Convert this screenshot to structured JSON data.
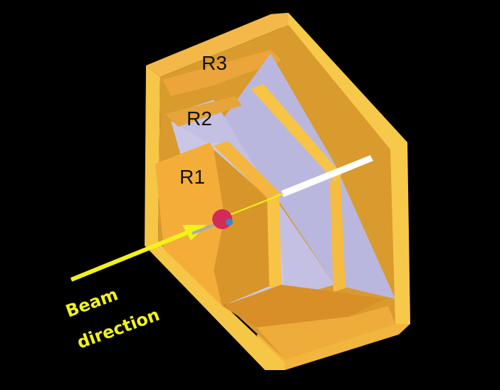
{
  "labels": {
    "r1": "R1",
    "r2": "R2",
    "r3": "R3",
    "beam_line1": "Beam",
    "beam_line2": "direction"
  },
  "colors": {
    "background": "#000000",
    "gold_light": "#f6c646",
    "gold_mid": "#e9a63a",
    "gold_dark": "#c98a1e",
    "lavender": "#b9b6dd",
    "beam_arrow": "#f2f21a",
    "target": "#d42a5a"
  }
}
